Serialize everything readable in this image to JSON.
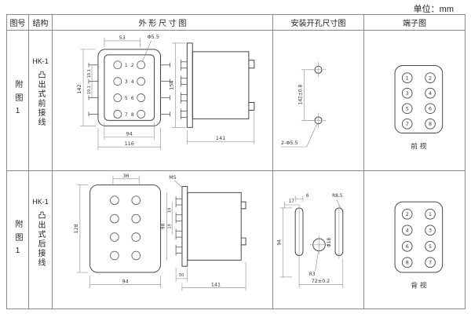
{
  "unit_label": "单位：mm",
  "header": {
    "fig_no": "图号",
    "structure": "结构",
    "outline": "外 形 尺 寸 图",
    "mounting": "安装开孔尺寸图",
    "terminal": "端子图"
  },
  "rows": [
    {
      "fig_no": "附图1",
      "model": "HK-1",
      "structure": "凸出式前接线",
      "outline": {
        "dim_top_span": "53",
        "dim_hole_dia": "Φ5.5",
        "dim_height": "142",
        "dim_pitch_1": "19.1",
        "dim_pitch_2": "19.1",
        "dim_width_inner": "94",
        "dim_width_outer": "116",
        "terminals": [
          "1",
          "2",
          "3",
          "4",
          "5",
          "6",
          "7",
          "8"
        ],
        "dim_side_height": "154",
        "dim_side_depth": "141"
      },
      "mounting": {
        "dim_hole_spacing": "142±0.8",
        "hole_callout": "2-Φ5.5"
      },
      "terminal": {
        "left": [
          "1",
          "3",
          "5",
          "7"
        ],
        "right": [
          "2",
          "4",
          "6",
          "8"
        ],
        "caption": "前 视"
      }
    },
    {
      "fig_no": "附图1",
      "model": "HK-1",
      "structure": "凸出式后接线",
      "outline": {
        "dim_top_span": "36",
        "dim_height": "128",
        "dim_width": "94",
        "screw_callout": "M5",
        "dim_side_height": "98",
        "dim_pitch_1": "19",
        "dim_pitch_2": "19",
        "dim_side_offset": "30",
        "dim_side_depth": "141"
      },
      "mounting": {
        "dim_edge_offset": "17",
        "dim_slot_width": "6",
        "dim_slot_radius": "R8.5",
        "dim_height": "94",
        "dim_center_hole": "Φ18",
        "dim_corner_radius": "R3",
        "dim_slot_spacing": "72±0.2"
      },
      "terminal": {
        "left": [
          "2",
          "4",
          "6",
          "8"
        ],
        "right": [
          "1",
          "3",
          "5",
          "7"
        ],
        "caption": "背 视"
      }
    }
  ]
}
